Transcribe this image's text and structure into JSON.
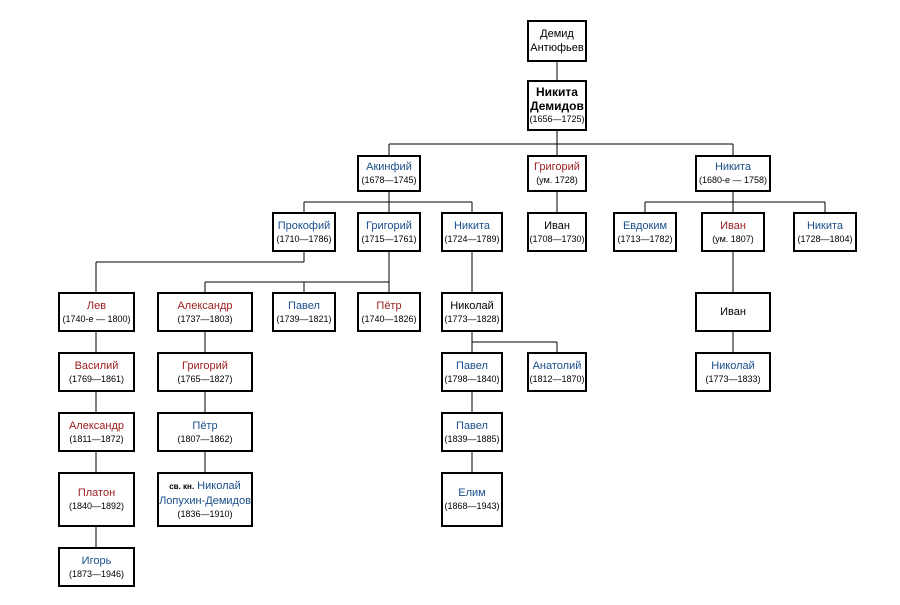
{
  "nodes": {
    "demid": {
      "line1": "Демид",
      "line2": "Антюфьев"
    },
    "nikita_root": {
      "line1": "Никита",
      "line2": "Демидов",
      "dates": "(1656—1725)"
    },
    "akinfiy": {
      "name": "Акинфий",
      "dates": "(1678—1745)"
    },
    "grigoriy_1": {
      "name": "Григорий",
      "dates": "(ум. 1728)"
    },
    "nikita_1": {
      "name": "Никита",
      "dates": "(1680-е — 1758)"
    },
    "prokofiy": {
      "name": "Прокофий",
      "dates": "(1710—1786)"
    },
    "grigoriy_2": {
      "name": "Григорий",
      "dates": "(1715—1761)"
    },
    "nikita_2": {
      "name": "Никита",
      "dates": "(1724—1789)"
    },
    "ivan_1": {
      "name": "Иван",
      "dates": "(1708—1730)"
    },
    "evdokim": {
      "name": "Евдоким",
      "dates": "(1713—1782)"
    },
    "ivan_2": {
      "name": "Иван",
      "dates": "(ум. 1807)"
    },
    "nikita_3": {
      "name": "Никита",
      "dates": "(1728—1804)"
    },
    "lev": {
      "name": "Лев",
      "dates": "(1740-е — 1800)"
    },
    "aleksandr_1": {
      "name": "Александр",
      "dates": "(1737—1803)"
    },
    "pavel_1": {
      "name": "Павел",
      "dates": "(1739—1821)"
    },
    "petr_1": {
      "name": "Пётр",
      "dates": "(1740—1826)"
    },
    "nikolay_1": {
      "name": "Николай",
      "dates": "(1773—1828)"
    },
    "ivan_3": {
      "name": "Иван"
    },
    "vasiliy": {
      "name": "Василий",
      "dates": "(1769—1861)"
    },
    "grigoriy_3": {
      "name": "Григорий",
      "dates": "(1765—1827)"
    },
    "pavel_2": {
      "name": "Павел",
      "dates": "(1798—1840)"
    },
    "anatoliy": {
      "name": "Анатолий",
      "dates": "(1812—1870)"
    },
    "nikolay_2": {
      "name": "Николай",
      "dates": "(1773—1833)"
    },
    "aleksandr_2": {
      "name": "Александр",
      "dates": "(1811—1872)"
    },
    "petr_2": {
      "name": "Пётр",
      "dates": "(1807—1862)"
    },
    "pavel_3": {
      "name": "Павел",
      "dates": "(1839—1885)"
    },
    "platon": {
      "name": "Платон",
      "dates": "(1840—1892)"
    },
    "nikolay_3": {
      "prefix": "св. кн.",
      "name": "Николай",
      "surname": "Лопухин-Демидов",
      "dates": "(1836—1910)"
    },
    "elim": {
      "name": "Елим",
      "dates": "(1868—1943)"
    },
    "igor": {
      "name": "Игорь",
      "dates": "(1873—1946)"
    }
  },
  "colors": {
    "red_names": "#9b1c1c",
    "blue_names": "#1a4e8a",
    "line": "#000000"
  }
}
